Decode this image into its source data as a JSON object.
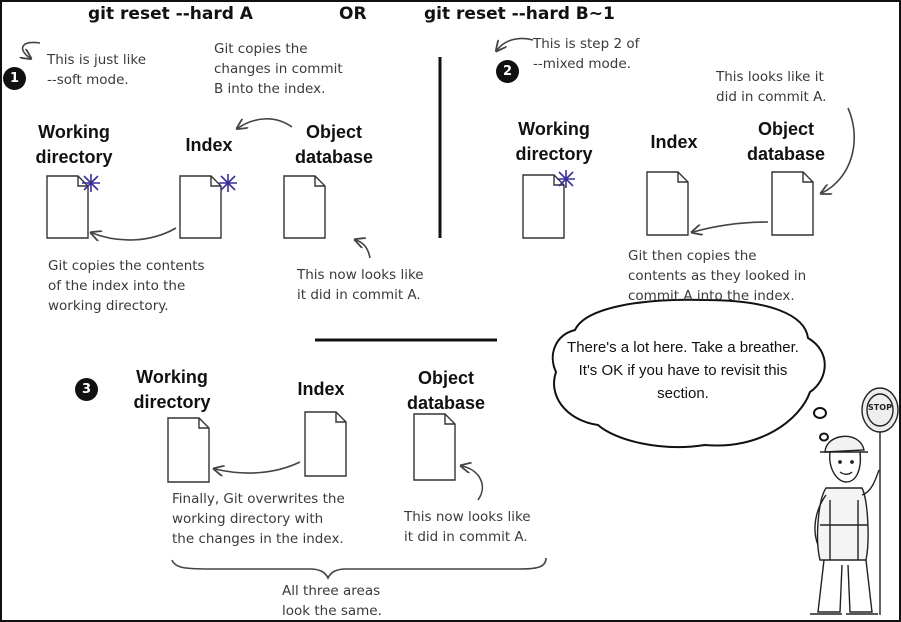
{
  "header": {
    "left": "git reset --hard A",
    "middle": "OR",
    "right": "git reset --hard B~1"
  },
  "step1": {
    "number": "1",
    "note_soft": [
      "This is just like",
      "--soft mode."
    ],
    "note_copies": [
      "Git copies the",
      "changes in commit",
      "B into the index."
    ],
    "working_directory": [
      "Working",
      "directory"
    ],
    "index": "Index",
    "object_database": [
      "Object",
      "database"
    ],
    "note_contents": [
      "Git copies the contents",
      "of the index into the",
      "working directory."
    ],
    "note_looks": [
      "This now looks like",
      "it did in commit A."
    ]
  },
  "step2": {
    "number": "2",
    "note_mixed": [
      "This is step 2 of",
      "--mixed mode."
    ],
    "note_looks": [
      "This looks like it",
      "did in commit A."
    ],
    "working_directory": [
      "Working",
      "directory"
    ],
    "index": "Index",
    "object_database": [
      "Object",
      "database"
    ],
    "note_then": [
      "Git then copies the",
      "contents as they looked in",
      "commit A into the index."
    ]
  },
  "step3": {
    "number": "3",
    "working_directory": [
      "Working",
      "directory"
    ],
    "index": "Index",
    "object_database": [
      "Object",
      "database"
    ],
    "note_overwrite": [
      "Finally, Git overwrites the",
      "working directory with",
      "the changes in the index."
    ],
    "note_looks": [
      "This now looks like",
      "it did in commit A."
    ],
    "note_all": [
      "All three areas",
      "look the same."
    ]
  },
  "thought_bubble": {
    "text": "There's a lot here. Take a breather. It's OK if you have to revisit this section."
  },
  "sign_text": "STOP",
  "colors": {
    "frame": "#111111",
    "ink": "#111111",
    "handwriting": "#3a3a3a",
    "star": "#3b2f9a"
  }
}
